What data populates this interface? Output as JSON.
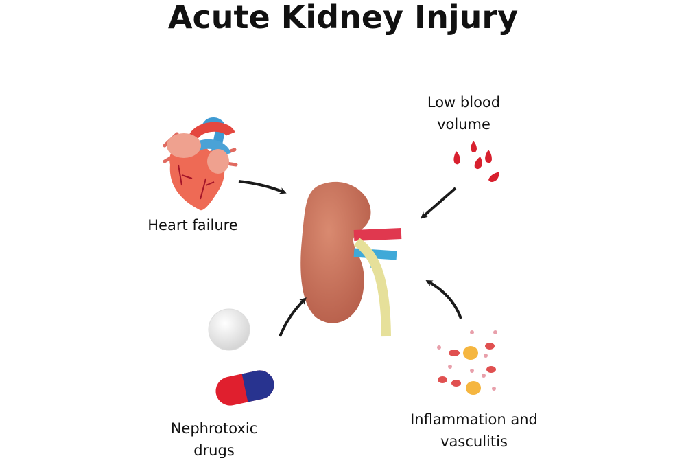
{
  "title": "Acute Kidney Injury",
  "labels": {
    "low_blood_volume": [
      "Low blood",
      "volume"
    ],
    "heart_failure": "Heart failure",
    "nephrotoxic_drugs": [
      "Nephrotoxic",
      "drugs"
    ],
    "inflammation": [
      "Inflammation and",
      "vasculitis"
    ]
  },
  "colors": {
    "kidney": "#c9705a",
    "artery": "#e0384f",
    "vein": "#3fa9d8",
    "ureter": "#e6e09a",
    "blood": "#d8202e",
    "arrow": "#1a1a1a"
  }
}
